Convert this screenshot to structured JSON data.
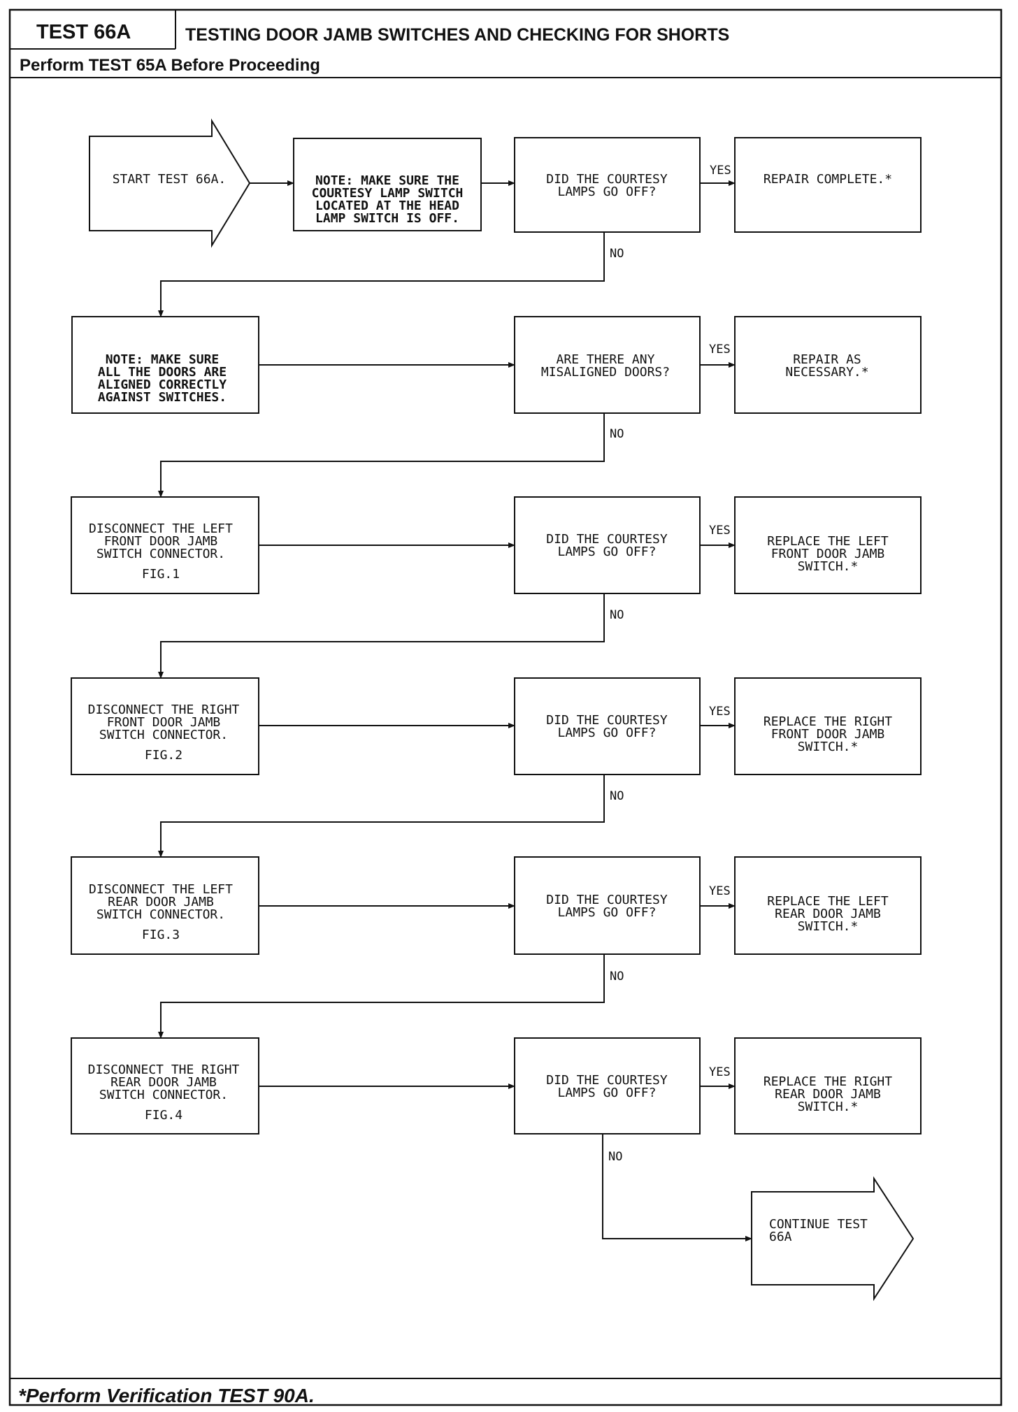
{
  "header": {
    "test_id": "TEST 66A",
    "title": "TESTING DOOR JAMB SWITCHES AND CHECKING FOR SHORTS",
    "subtitle": "Perform TEST 65A Before Proceeding"
  },
  "footer": {
    "note": "*Perform Verification TEST 90A."
  },
  "flow": {
    "start": [
      "START TEST 66A."
    ],
    "note1": [
      "NOTE:  MAKE SURE THE",
      "COURTESY LAMP SWITCH",
      "LOCATED AT THE HEAD",
      "LAMP SWITCH IS OFF."
    ],
    "q1": [
      "DID THE COURTESY",
      "LAMPS GO OFF?"
    ],
    "r1": [
      "REPAIR COMPLETE.*"
    ],
    "note2": [
      "NOTE:  MAKE SURE",
      "ALL THE DOORS ARE",
      "ALIGNED CORRECTLY",
      "AGAINST SWITCHES."
    ],
    "q2": [
      "ARE THERE ANY",
      "MISALIGNED DOORS?"
    ],
    "r2": [
      "REPAIR AS",
      "NECESSARY.*"
    ],
    "step3": [
      "DISCONNECT THE LEFT",
      "FRONT DOOR JAMB",
      "SWITCH CONNECTOR.",
      "",
      "FIG.1"
    ],
    "q3": [
      "DID THE COURTESY",
      "LAMPS GO OFF?"
    ],
    "r3": [
      "REPLACE THE LEFT",
      "FRONT DOOR JAMB",
      "SWITCH.*"
    ],
    "step4": [
      "DISCONNECT THE RIGHT",
      "FRONT DOOR JAMB",
      "SWITCH CONNECTOR.",
      "",
      "FIG.2"
    ],
    "q4": [
      "DID THE COURTESY",
      "LAMPS GO OFF?"
    ],
    "r4": [
      "REPLACE THE RIGHT",
      "FRONT DOOR JAMB",
      "SWITCH.*"
    ],
    "step5": [
      "DISCONNECT THE LEFT",
      "REAR DOOR JAMB",
      "SWITCH CONNECTOR.",
      "",
      "FIG.3"
    ],
    "q5": [
      "DID THE COURTESY",
      "LAMPS GO OFF?"
    ],
    "r5": [
      "REPLACE THE LEFT",
      "REAR DOOR JAMB",
      "SWITCH.*"
    ],
    "step6": [
      "DISCONNECT THE RIGHT",
      "REAR DOOR JAMB",
      "SWITCH CONNECTOR.",
      "",
      "FIG.4"
    ],
    "q6": [
      "DID THE COURTESY",
      "LAMPS GO OFF?"
    ],
    "r6": [
      "REPLACE THE RIGHT",
      "REAR DOOR JAMB",
      "SWITCH.*"
    ],
    "end": [
      "CONTINUE TEST",
      "66A"
    ],
    "yes_label": "YES",
    "no_label": "NO"
  }
}
